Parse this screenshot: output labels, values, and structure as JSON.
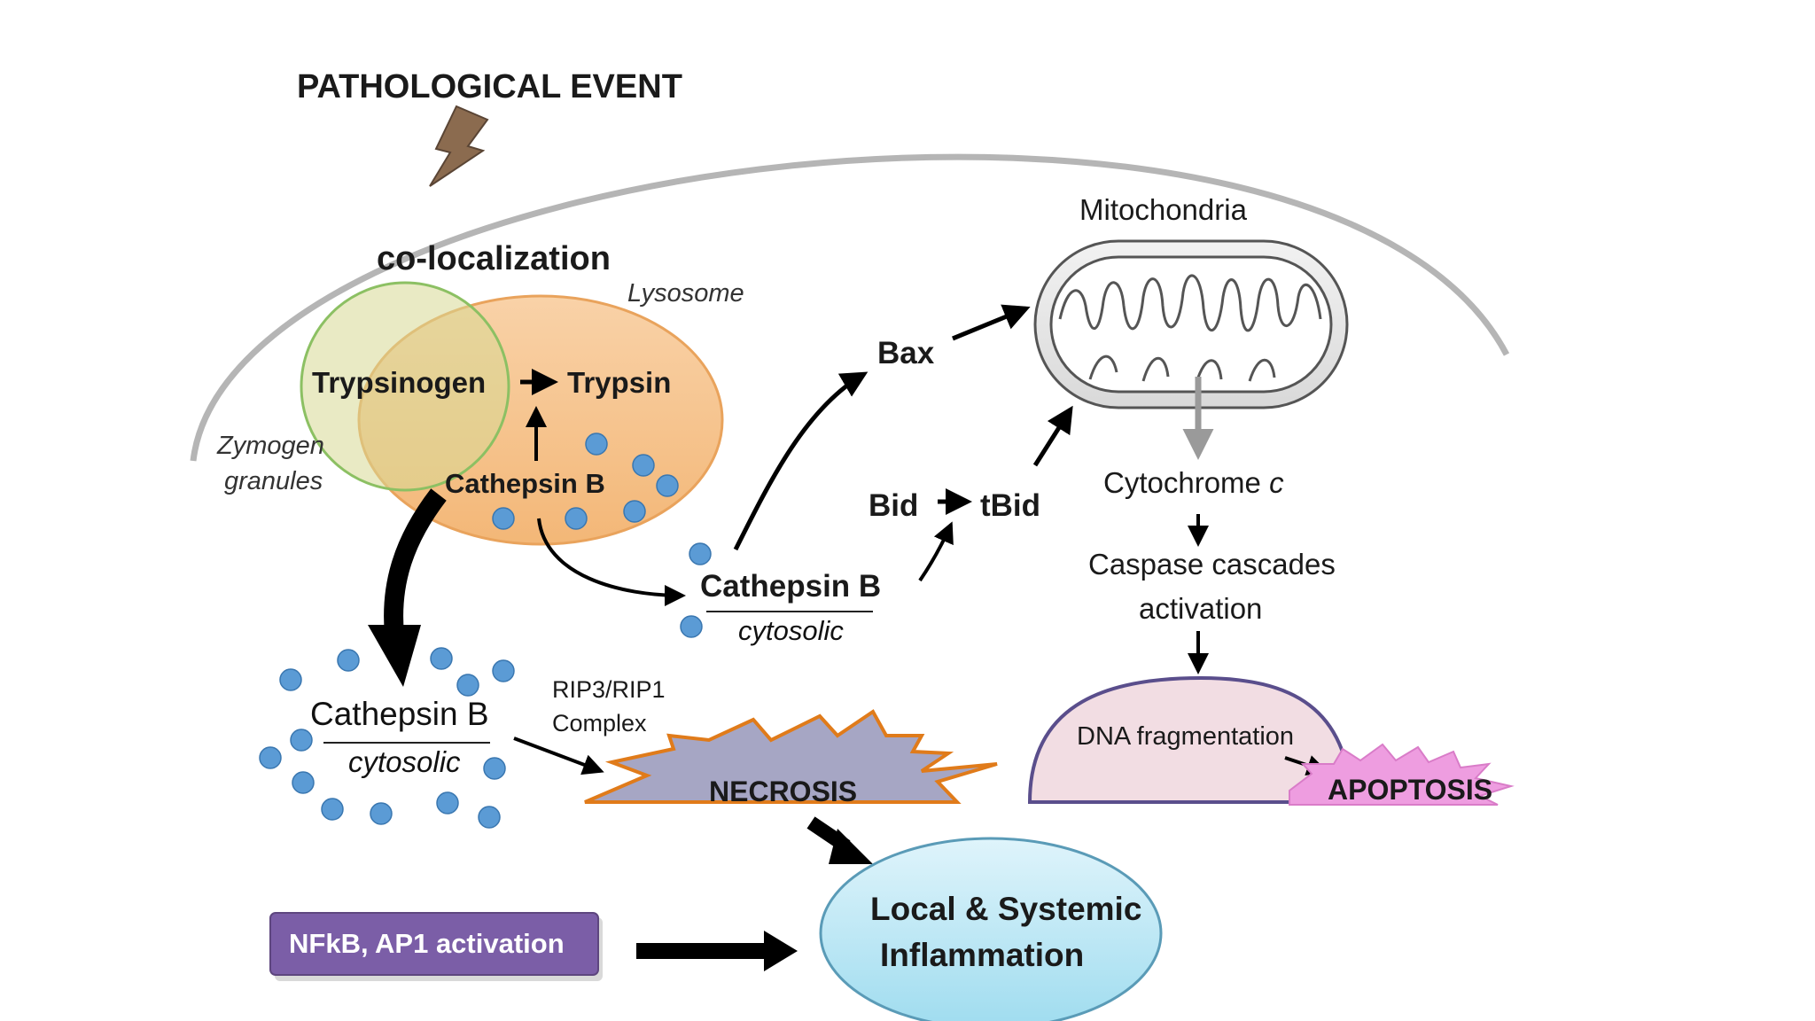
{
  "title": "PATHOLOGICAL EVENT",
  "colocalization": "co-localization",
  "lysosome": "Lysosome",
  "zymogen_line1": "Zymogen",
  "zymogen_line2": "granules",
  "trypsinogen": "Trypsinogen",
  "trypsin": "Trypsin",
  "cathepsin_b": "Cathepsin B",
  "cathepsin_b_cytosolic_1": "Cathepsin B",
  "cytosolic_1": "cytosolic",
  "cathepsin_b_cytosolic_2": "Cathepsin B",
  "cytosolic_2": "cytosolic",
  "bax": "Bax",
  "bid": "Bid",
  "tbid": "tBid",
  "mitochondria": "Mitochondria",
  "cytochrome": "Cytochrome",
  "cytochrome_c": "c",
  "caspase_line1": "Caspase cascades",
  "caspase_line2": "activation",
  "dna_fragmentation": "DNA fragmentation",
  "apoptosis": "APOPTOSIS",
  "rip_line1": "RIP3/RIP1",
  "rip_line2": "Complex",
  "necrosis": "NECROSIS",
  "nfkb": "NFkB, AP1 activation",
  "inflammation_line1": "Local & Systemic",
  "inflammation_line2": "Inflammation",
  "colors": {
    "lysosome_fill": "#f6c58f",
    "zymogen_stroke": "#8cc063",
    "dots": "#5b9bd5",
    "necrosis_fill": "#a6a6c4",
    "necrosis_stroke": "#e07b1a",
    "apoptosis_fill": "#ee9de0",
    "dna_fill": "#f2dde3",
    "nfkb_fill": "#7b5ea7",
    "inflammation_fill": "#b8e6f3"
  }
}
